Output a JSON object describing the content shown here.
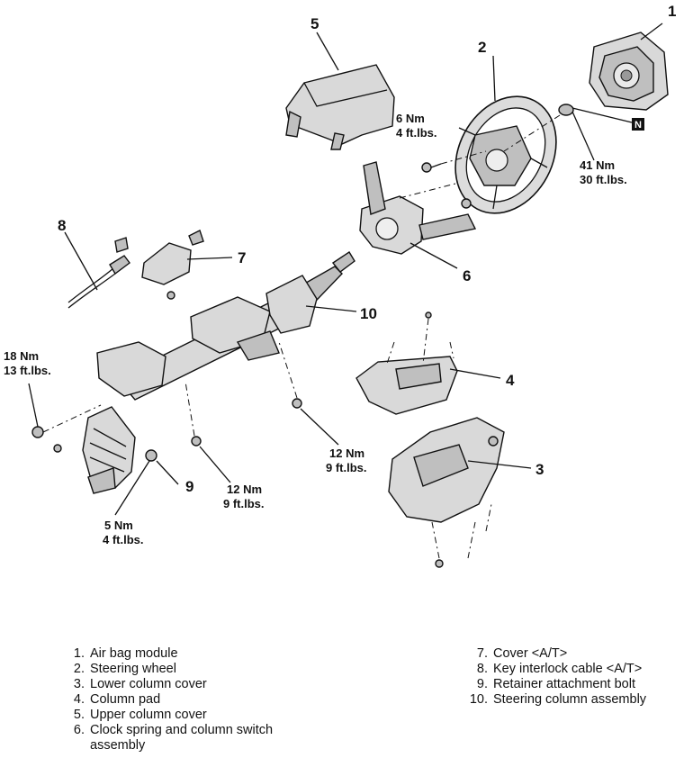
{
  "diagram": {
    "callouts": {
      "p1": "1",
      "p2": "2",
      "p3": "3",
      "p4": "4",
      "p5": "5",
      "p6": "6",
      "p7": "7",
      "p8": "8",
      "p9": "9",
      "p10": "10"
    },
    "n_mark": "N",
    "torques": {
      "t_6nm": [
        "6 Nm",
        "4 ft.lbs."
      ],
      "t_41nm": [
        "41 Nm",
        "30 ft.lbs."
      ],
      "t_18nm": [
        "18 Nm",
        "13 ft.lbs."
      ],
      "t_12nm_a": [
        "12 Nm",
        "9 ft.lbs."
      ],
      "t_12nm_b": [
        "12 Nm",
        "9 ft.lbs."
      ],
      "t_5nm": [
        "5 Nm",
        "4 ft.lbs."
      ]
    }
  },
  "legend": {
    "left": [
      {
        "num": "1.",
        "text": "Air bag module"
      },
      {
        "num": "2.",
        "text": "Steering wheel"
      },
      {
        "num": "3.",
        "text": "Lower column cover"
      },
      {
        "num": "4.",
        "text": "Column pad"
      },
      {
        "num": "5.",
        "text": "Upper column cover"
      },
      {
        "num": "6.",
        "text": "Clock spring and column switch assembly"
      }
    ],
    "right": [
      {
        "num": "7.",
        "text": "Cover <A/T>"
      },
      {
        "num": "8.",
        "text": "Key interlock cable <A/T>"
      },
      {
        "num": "9.",
        "text": "Retainer attachment bolt"
      },
      {
        "num": "10.",
        "text": "Steering column assembly"
      }
    ]
  }
}
